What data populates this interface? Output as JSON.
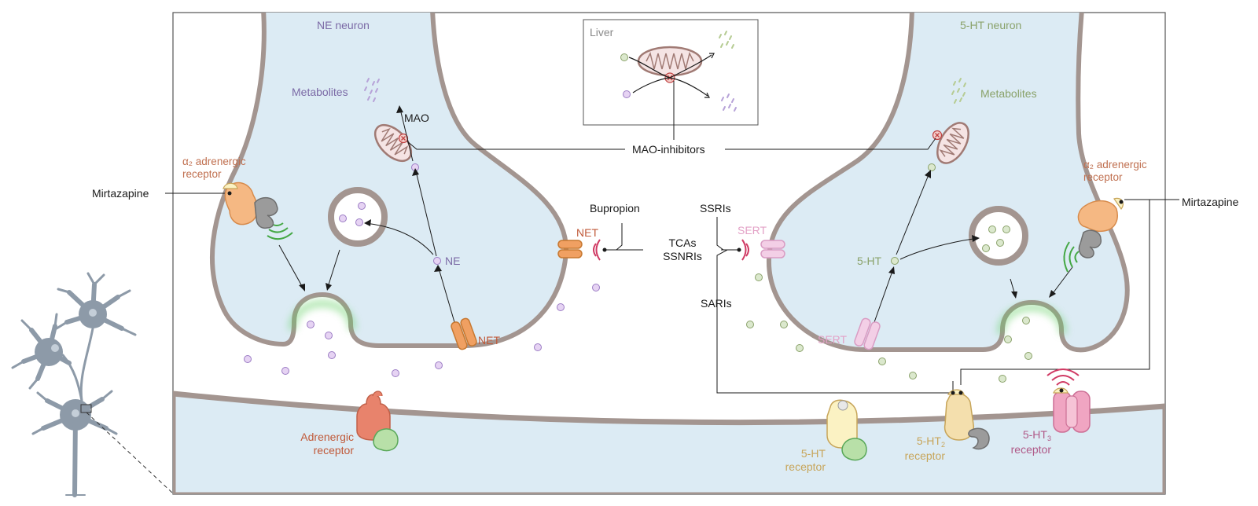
{
  "labels": {
    "ne_neuron": "NE neuron",
    "ht_neuron": "5-HT neuron",
    "liver": "Liver",
    "metabolites_left": "Metabolites",
    "metabolites_right": "Metabolites",
    "mao": "MAO",
    "mao_inhibitors": "MAO-inhibitors",
    "alpha2_left_line1": "α₂ adrenergic",
    "alpha2_left_line2": "receptor",
    "alpha2_right_line1": "α₂ adrenergic",
    "alpha2_right_line2": "receptor",
    "mirtazapine_left": "Mirtazapine",
    "mirtazapine_right": "Mirtazapine",
    "ne": "NE",
    "ht": "5-HT",
    "net_top": "NET",
    "net_bottom": "NET",
    "sert_top": "SERT",
    "sert_bottom": "SERT",
    "bupropion": "Bupropion",
    "ssris": "SSRIs",
    "tcas": "TCAs",
    "ssnris": "SSNRIs",
    "saris": "SARIs",
    "adrenergic_line1": "Adrenergic",
    "adrenergic_line2": "receptor",
    "ht_rec_line1": "5-HT",
    "ht_rec_line2": "receptor",
    "ht2_base": "5-HT",
    "ht2_sub": "2",
    "ht2_line2": "receptor",
    "ht3_base": "5-HT",
    "ht3_sub": "3",
    "ht3_line2": "receptor"
  },
  "colors": {
    "cytoplasm": "#dcebf4",
    "membrane": "#a39590",
    "ne_vesicle_dot": "#e6d3f3",
    "ht_vesicle_dot": "#dbe8cd",
    "net": "#f0a062",
    "sert": "#f3cfe6",
    "alpha2": "#f5b883",
    "adrenergic": "#e8836c",
    "ht_receptor": "#fbf2c3",
    "ht2_receptor": "#f4dfad",
    "ht3_receptor": "#f0a5c2",
    "g_protein": "#b8e0a8",
    "gray_protein": "#9b9b9b"
  }
}
